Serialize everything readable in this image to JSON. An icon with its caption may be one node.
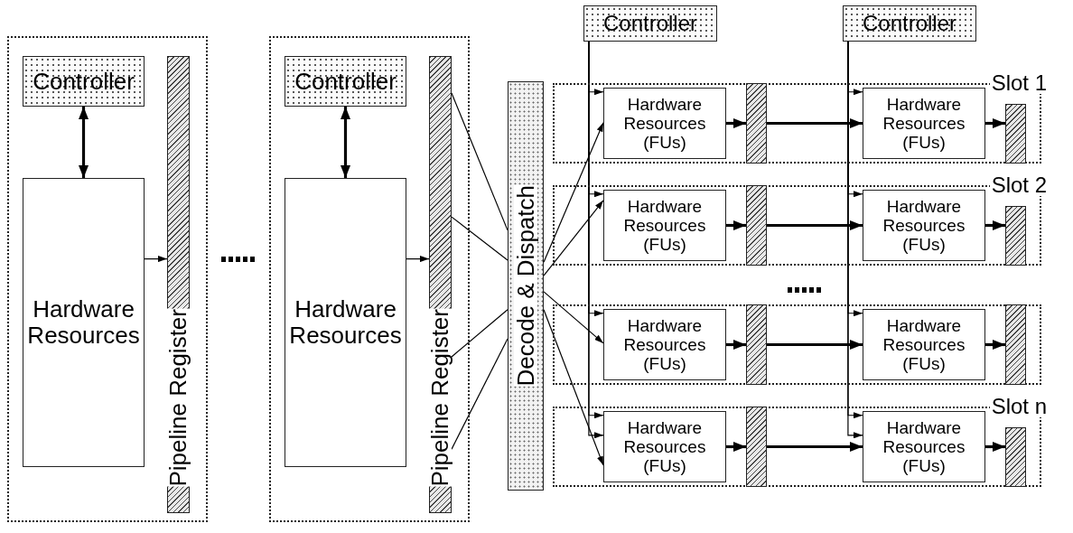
{
  "diagram": {
    "nodes": [
      {
        "text": [],
        "shape": "box"
      },
      {
        "text": [
          "Controller"
        ],
        "in": 0
      },
      {
        "text": [
          "Hardware Resources"
        ],
        "in": 0
      },
      {
        "text": [
          "Pipeline Register"
        ],
        "in": 0
      },
      {
        "text": [],
        "shape": "box"
      },
      {
        "text": [
          "Controller"
        ],
        "in": 4
      },
      {
        "text": [
          "Hardware Resources"
        ],
        "in": 4
      },
      {
        "text": [
          "Pipeline Register"
        ],
        "in": 4
      },
      {
        "text": [
          "Decode & Dispatch"
        ]
      },
      {
        "text": [
          "Controller"
        ]
      },
      {
        "text": [
          "Controller"
        ]
      },
      {
        "text": [
          "Slot 1"
        ]
      },
      {
        "text": [
          "Hardware Resources (FUs)"
        ],
        "in": 11
      },
      {
        "text": [],
        "shape": "bar",
        "in": 11
      },
      {
        "text": [
          "Hardware Resources (FUs)"
        ],
        "in": 11
      },
      {
        "text": [],
        "shape": "bar",
        "in": 11
      },
      {
        "text": [
          "Slot 2"
        ]
      },
      {
        "text": [
          "Hardware Resources (FUs)"
        ],
        "in": 16
      },
      {
        "text": [],
        "shape": "bar",
        "in": 16
      },
      {
        "text": [
          "Hardware Resources (FUs)"
        ],
        "in": 16
      },
      {
        "text": [],
        "shape": "bar",
        "in": 16
      },
      {
        "text": [],
        "shape": "box"
      },
      {
        "text": [
          "Hardware Resources (FUs)"
        ],
        "in": 21
      },
      {
        "text": [],
        "shape": "bar",
        "in": 21
      },
      {
        "text": [
          "Hardware Resources (FUs)"
        ],
        "in": 21
      },
      {
        "text": [],
        "shape": "bar",
        "in": 21
      },
      {
        "text": [
          "Slot n"
        ]
      },
      {
        "text": [
          "Hardware Resources (FUs)"
        ],
        "in": 26
      },
      {
        "text": [],
        "shape": "bar",
        "in": 26
      },
      {
        "text": [
          "Hardware Resources (FUs)"
        ],
        "in": 26
      },
      {
        "text": [],
        "shape": "bar",
        "in": 26
      }
    ],
    "edges": [
      {
        "from": 1,
        "to": 2,
        "arrow": "both",
        "style": "thick"
      },
      {
        "from": 2,
        "to": 3,
        "arrow": "to"
      },
      {
        "from": 5,
        "to": 6,
        "arrow": "both",
        "style": "thick"
      },
      {
        "from": 6,
        "to": 7,
        "arrow": "to"
      },
      {
        "from": 7,
        "to": 8,
        "arrow": "none"
      },
      {
        "from": 7,
        "to": 8,
        "arrow": "none"
      },
      {
        "from": 7,
        "to": 8,
        "arrow": "none"
      },
      {
        "from": 7,
        "to": 8,
        "arrow": "none"
      },
      {
        "from": 8,
        "to": 12,
        "arrow": "to"
      },
      {
        "from": 8,
        "to": 17,
        "arrow": "to"
      },
      {
        "from": 8,
        "to": 22,
        "arrow": "to"
      },
      {
        "from": 8,
        "to": 27,
        "arrow": "to"
      },
      {
        "from": 9,
        "to": 12,
        "arrow": "to"
      },
      {
        "from": 9,
        "to": 17,
        "arrow": "to"
      },
      {
        "from": 9,
        "to": 22,
        "arrow": "to"
      },
      {
        "from": 9,
        "to": 27,
        "arrow": "to"
      },
      {
        "from": 9,
        "to": 27,
        "arrow": "to"
      },
      {
        "from": 10,
        "to": 14,
        "arrow": "to"
      },
      {
        "from": 10,
        "to": 19,
        "arrow": "to"
      },
      {
        "from": 10,
        "to": 24,
        "arrow": "to"
      },
      {
        "from": 10,
        "to": 29,
        "arrow": "to"
      },
      {
        "from": 10,
        "to": 29,
        "arrow": "to"
      },
      {
        "from": 12,
        "to": 13,
        "arrow": "to",
        "style": "thick"
      },
      {
        "from": 13,
        "to": 14,
        "arrow": "to",
        "style": "thick"
      },
      {
        "from": 14,
        "to": 15,
        "arrow": "to",
        "style": "thick"
      },
      {
        "from": 17,
        "to": 18,
        "arrow": "to",
        "style": "thick"
      },
      {
        "from": 18,
        "to": 19,
        "arrow": "to",
        "style": "thick"
      },
      {
        "from": 19,
        "to": 20,
        "arrow": "to",
        "style": "thick"
      },
      {
        "from": 22,
        "to": 23,
        "arrow": "to",
        "style": "thick"
      },
      {
        "from": 23,
        "to": 24,
        "arrow": "to",
        "style": "thick"
      },
      {
        "from": 24,
        "to": 25,
        "arrow": "to",
        "style": "thick"
      },
      {
        "from": 27,
        "to": 28,
        "arrow": "to",
        "style": "thick"
      },
      {
        "from": 28,
        "to": 29,
        "arrow": "to",
        "style": "thick"
      },
      {
        "from": 29,
        "to": 30,
        "arrow": "to",
        "style": "thick"
      }
    ]
  }
}
